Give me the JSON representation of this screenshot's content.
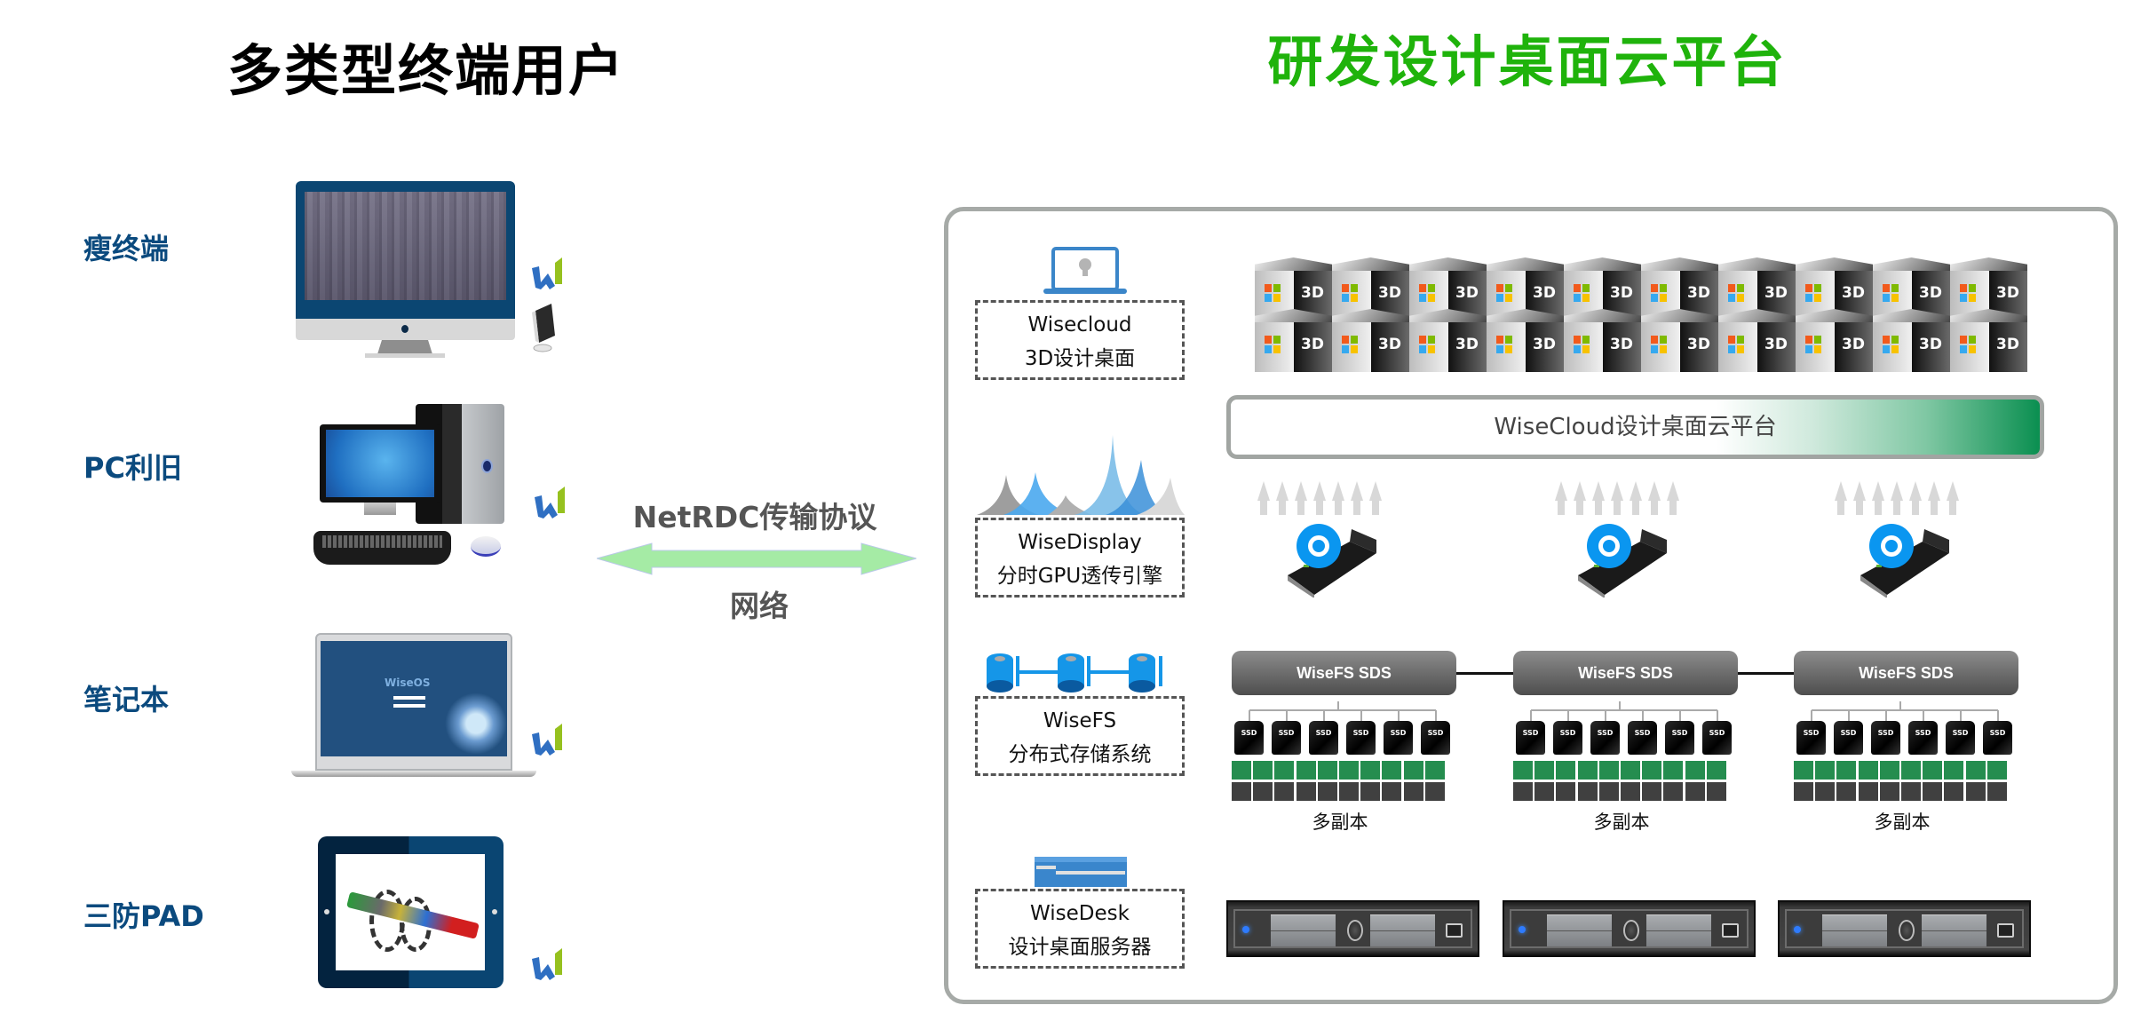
{
  "titles": {
    "left": "多类型终端用户",
    "right": "研发设计桌面云平台"
  },
  "colors": {
    "left_title": "#000000",
    "right_title": "#1fb30b",
    "device_label": "#0b4a7e",
    "arrow": "#a5eba5",
    "panel_border": "#a6aaa7",
    "platform_gradient_end": "#0a8f50",
    "replica_green": "#258d4f",
    "replica_dark": "#404040",
    "gear_blue": "#0a96f0"
  },
  "devices": [
    {
      "label": "瘦终端",
      "icon": "thin-client-monitor-icon"
    },
    {
      "label": "PC利旧",
      "icon": "desktop-pc-icon"
    },
    {
      "label": "笔记本",
      "icon": "laptop-icon",
      "screen_brand": "WiseOS"
    },
    {
      "label": "三防PAD",
      "icon": "tablet-icon"
    }
  ],
  "network": {
    "protocol_label": "NetRDC传输协议",
    "network_label": "网络",
    "icon": "double-arrow-icon"
  },
  "components": [
    {
      "name": "Wisecloud",
      "desc": "3D设计桌面",
      "icon": "laptop-bulb-icon"
    },
    {
      "name": "WiseDisplay",
      "desc": "分时GPU透传引擎",
      "icon": "waveform-peaks-icon"
    },
    {
      "name": "WiseFS",
      "desc": "分布式存储系统",
      "icon": "database-cluster-icon"
    },
    {
      "name": "WiseDesk",
      "desc": "设计桌面服务器",
      "icon": "server-icon"
    }
  ],
  "desktop_cubes": {
    "rows": 2,
    "columns": 10,
    "label": "3D",
    "icon": "windows-logo-icon"
  },
  "platform_bar": {
    "label": "WiseCloud设计桌面云平台"
  },
  "gpu_nodes": [
    {
      "icon": "gpu-card-icon",
      "arrows": 7
    },
    {
      "icon": "gpu-card-icon",
      "arrows": 7
    },
    {
      "icon": "gpu-card-icon",
      "arrows": 7
    }
  ],
  "storage_nodes": [
    {
      "label": "WiseFS SDS",
      "ssd_label": "SSD",
      "ssd_count": 6,
      "replica_label": "多副本"
    },
    {
      "label": "WiseFS SDS",
      "ssd_label": "SSD",
      "ssd_count": 6,
      "replica_label": "多副本"
    },
    {
      "label": "WiseFS SDS",
      "ssd_label": "SSD",
      "ssd_count": 6,
      "replica_label": "多副本"
    }
  ],
  "servers": [
    {
      "icon": "rack-server-icon"
    },
    {
      "icon": "rack-server-icon"
    },
    {
      "icon": "rack-server-icon"
    }
  ]
}
